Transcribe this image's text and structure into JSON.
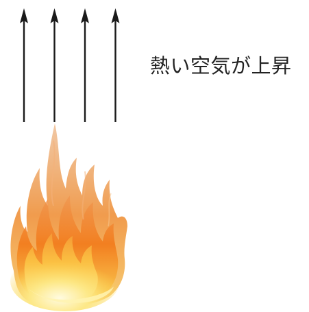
{
  "caption": "熱い空気が上昇",
  "arrows": {
    "count": 4,
    "direction": "up",
    "color": "#1a1a1a"
  },
  "flame": {
    "icon": "fire-icon",
    "colors": {
      "outer": "#f2a35a",
      "middle": "#f07a1e",
      "inner": "#f9b43a",
      "core": "#fbe06a",
      "base": "#fff3b0"
    }
  }
}
